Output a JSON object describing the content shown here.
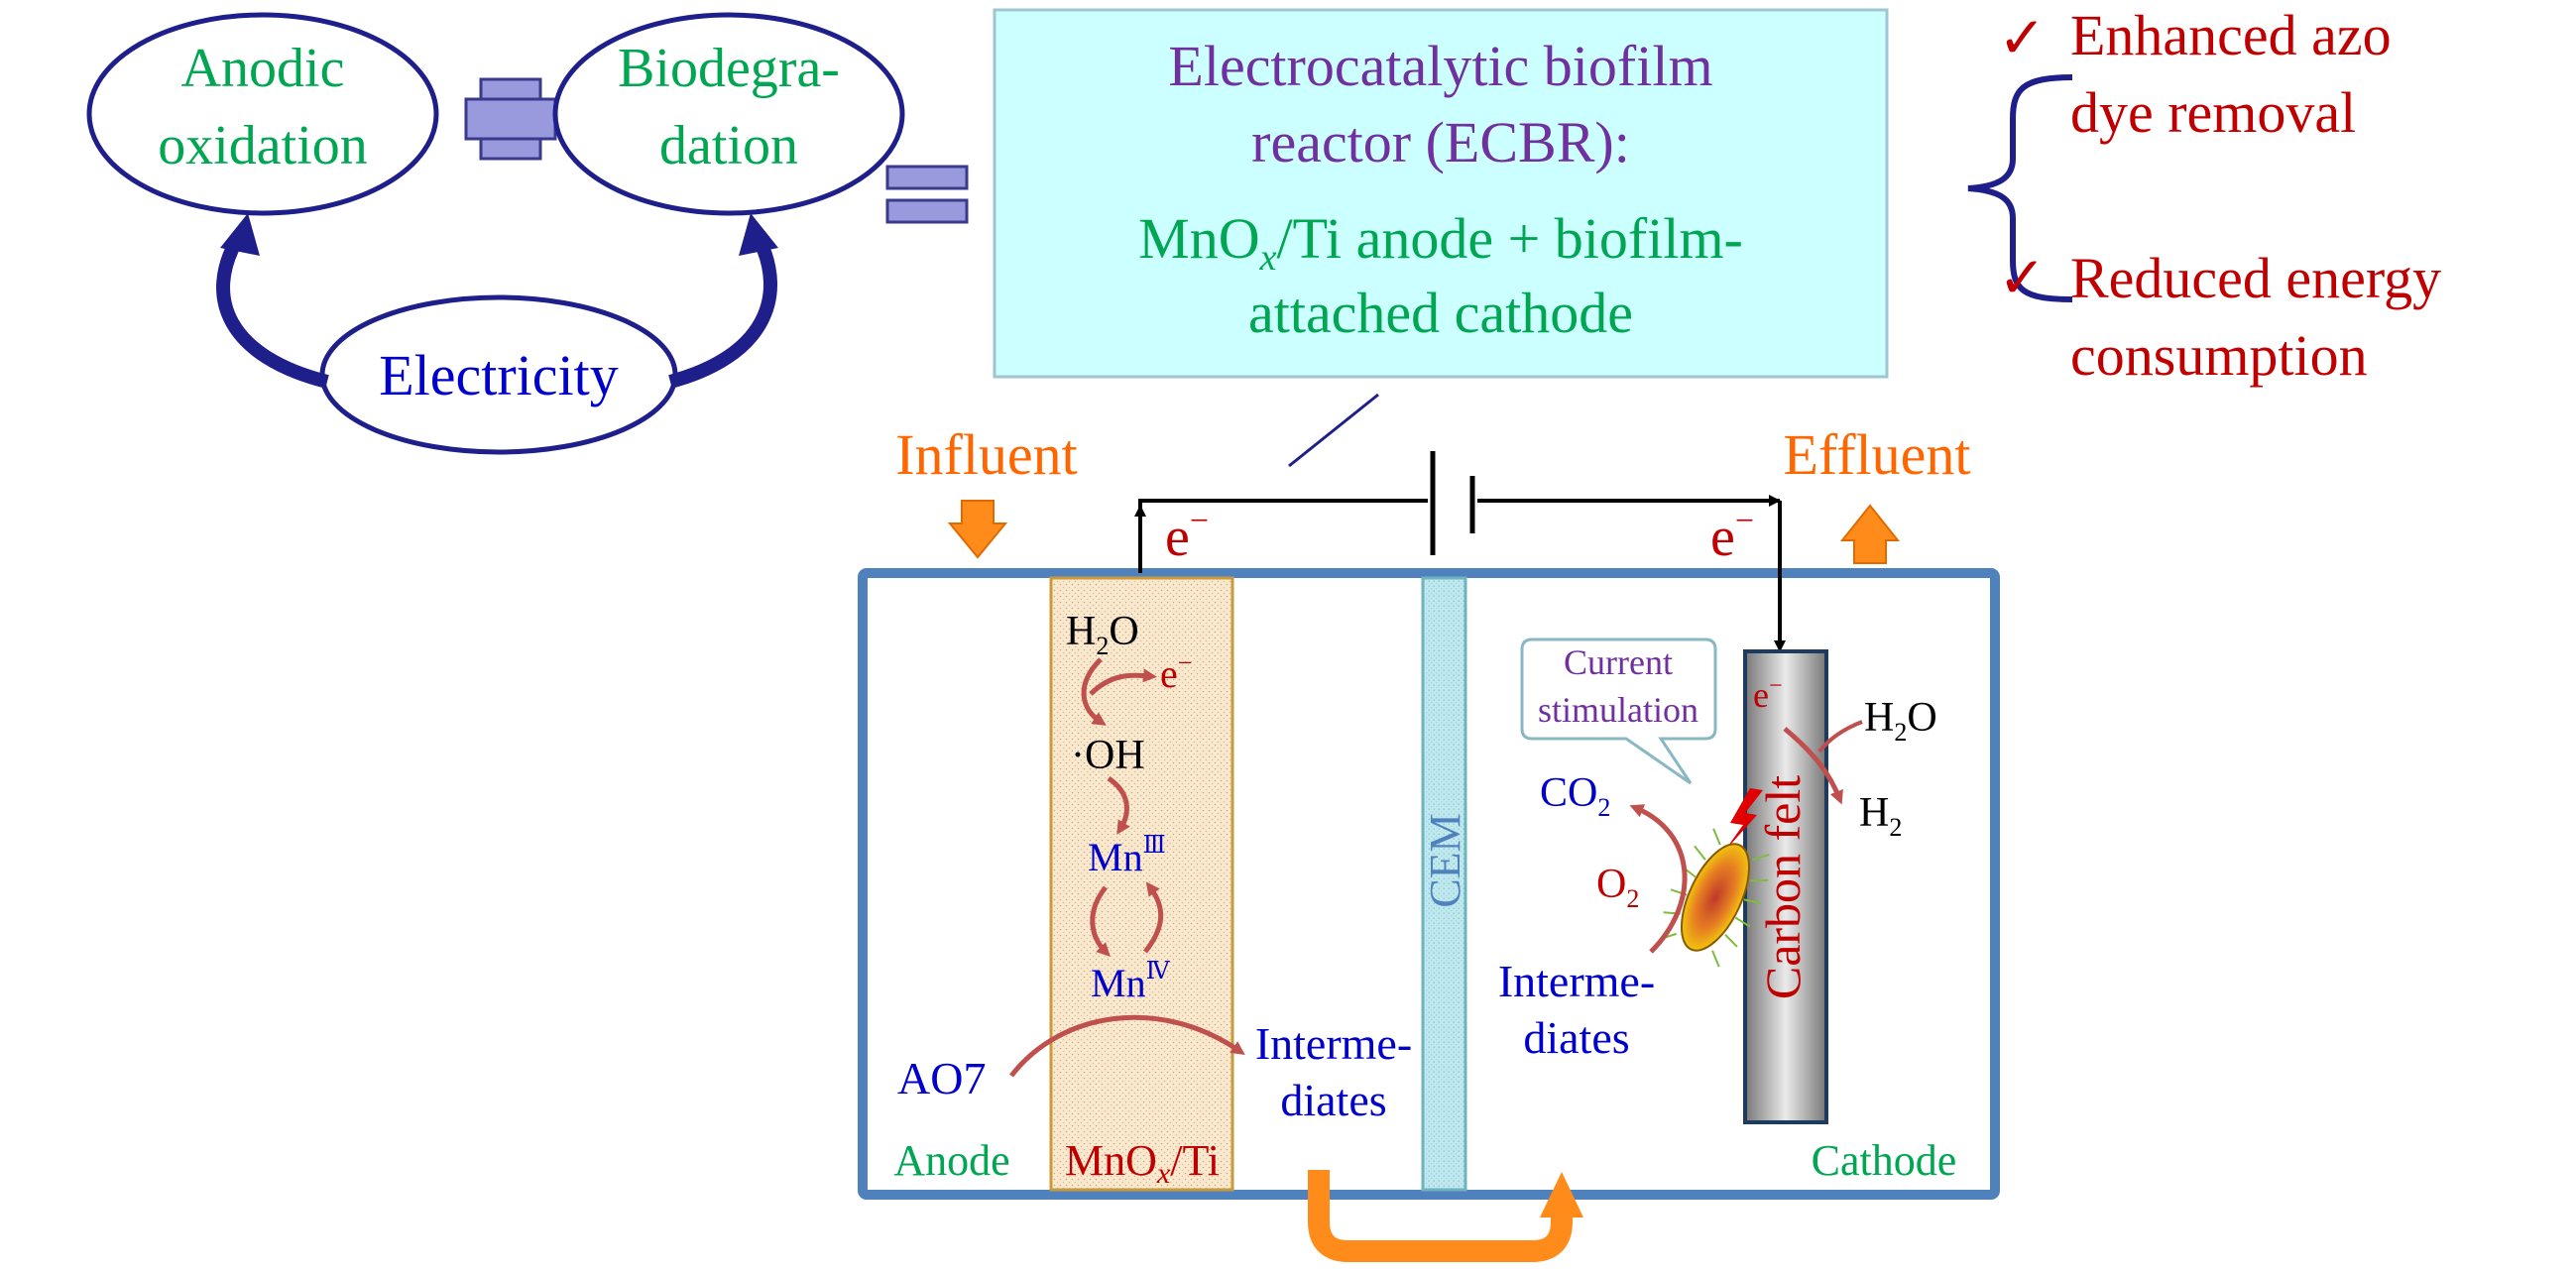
{
  "colors": {
    "green": "#00a651",
    "navy": "#1f1f8c",
    "purple": "#7030a0",
    "red": "#c00000",
    "orange": "#ff6600",
    "blue_text": "#0000cc",
    "box_fill": "#ccffff",
    "reactor_border": "#4f81bd",
    "plus_fill": "#9999dd",
    "orange_arrow": "#ff8c1a"
  },
  "concept": {
    "anodic_line1": "Anodic",
    "anodic_line2": "oxidation",
    "bio_line1": "Biodegra-",
    "bio_line2": "dation",
    "electricity": "Electricity",
    "ecbr_line1": "Electrocatalytic biofilm",
    "ecbr_line2": "reactor (ECBR):",
    "ecbr_line3_a": "MnO",
    "ecbr_line3_sub": "x",
    "ecbr_line3_b": "/Ti anode + biofilm-",
    "ecbr_line4": "attached cathode"
  },
  "benefits": {
    "check": "✓",
    "b1_line1": "Enhanced azo",
    "b1_line2": "dye removal",
    "b2_line1": "Reduced energy",
    "b2_line2": "consumption"
  },
  "reactor": {
    "influent": "Influent",
    "effluent": "Effluent",
    "electron": "e",
    "electron_sup": "−",
    "anode_label": "Anode",
    "cathode_label": "Cathode",
    "anode_material_a": "MnO",
    "anode_material_sub": "x",
    "anode_material_b": "/Ti",
    "cem": "CEM",
    "carbon_felt": "Carbon felt",
    "h2o": "H",
    "h2o_sub": "2",
    "h2o_o": "O",
    "oh": "·OH",
    "mn": "Mn",
    "mn3_sup": "Ⅲ",
    "mn4_sup": "Ⅳ",
    "ao7": "AO7",
    "intermediates_line1": "Interme-",
    "intermediates_line2": "diates",
    "current_line1": "Current",
    "current_line2": "stimulation",
    "co2": "CO",
    "co2_sub": "2",
    "o2": "O",
    "o2_sub": "2",
    "h2": "H",
    "h2_sub": "2"
  }
}
